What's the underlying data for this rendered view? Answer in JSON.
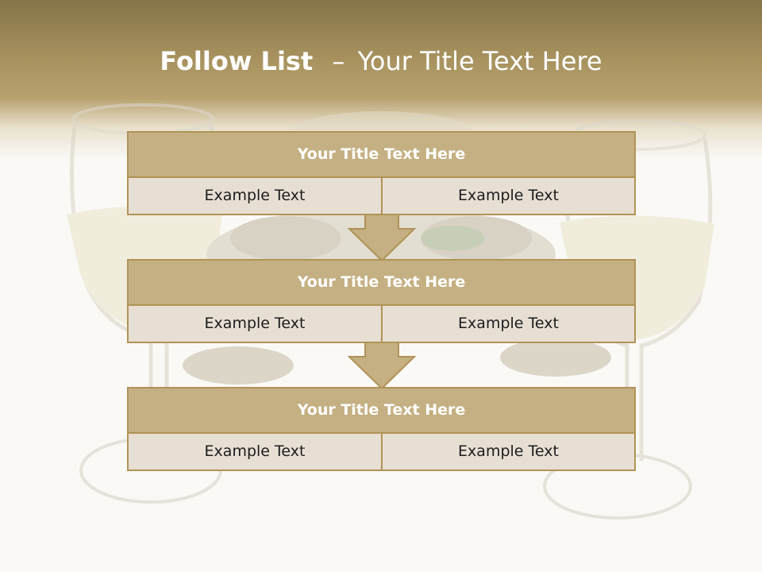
{
  "slide": {
    "title_bold": "Follow List",
    "title_separator": "–",
    "title_rest": "Your Title Text Here"
  },
  "blocks": [
    {
      "title": "Your Title Text Here",
      "left_text": "Example Text",
      "right_text": "Example Text"
    },
    {
      "title": "Your Title Text Here",
      "left_text": "Example Text",
      "right_text": "Example Text"
    },
    {
      "title": "Your Title Text Here",
      "left_text": "Example Text",
      "right_text": "Example Text"
    }
  ],
  "colors": {
    "header_band": "#a8935f",
    "block_title_fill": "#c5b083",
    "block_cell_fill": "#e8dfd4",
    "border": "#b09356",
    "arrow_fill": "#c5b083"
  },
  "icons": {
    "connector": "down-arrow-icon",
    "background": "wine-glasses-oysters-photo"
  }
}
